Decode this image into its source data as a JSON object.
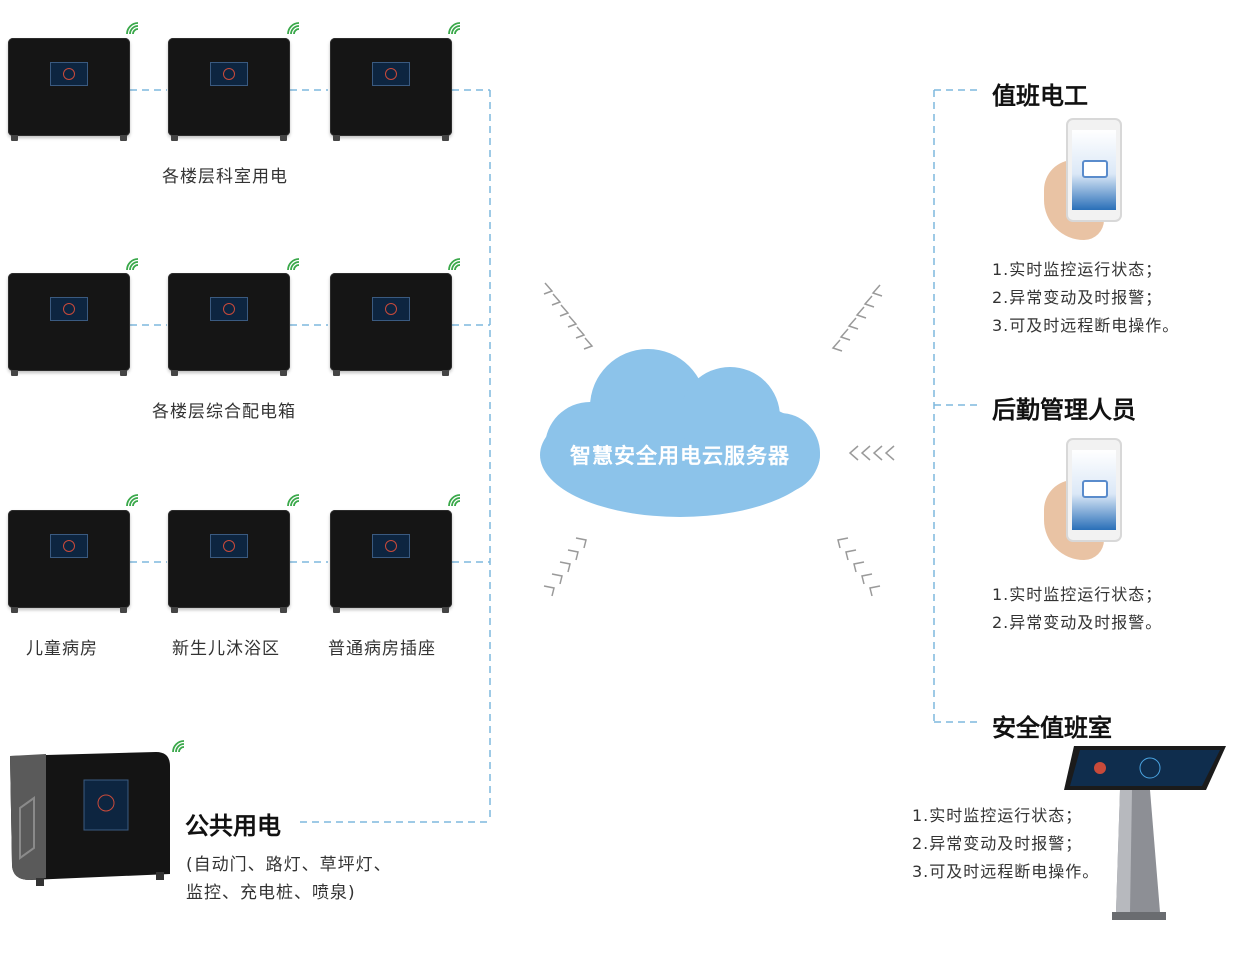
{
  "groups": [
    {
      "label": "各楼层科室用电"
    },
    {
      "label": "各楼层综合配电箱"
    }
  ],
  "row3_labels": [
    "儿童病房",
    "新生儿沐浴区",
    "普通病房插座"
  ],
  "public": {
    "title": "公共用电",
    "desc_line1": "(自动门、路灯、草坪灯、",
    "desc_line2": "监控、充电桩、喷泉)"
  },
  "cloud": {
    "label": "智慧安全用电云服务器"
  },
  "receivers": [
    {
      "title": "值班电工",
      "features": [
        "1.实时监控运行状态；",
        "2.异常变动及时报警；",
        "3.可及时远程断电操作。"
      ]
    },
    {
      "title": "后勤管理人员",
      "features": [
        "1.实时监控运行状态；",
        "2.异常变动及时报警。"
      ]
    },
    {
      "title": "安全值班室",
      "features": [
        "1.实时监控运行状态；",
        "2.异常变动及时报警；",
        "3.可及时远程断电操作。"
      ]
    }
  ],
  "colors": {
    "dash_line": "#7fb8dd",
    "cloud": "#8cc3ea",
    "wifi": "#3aa84a",
    "cabinet": "#151515"
  }
}
